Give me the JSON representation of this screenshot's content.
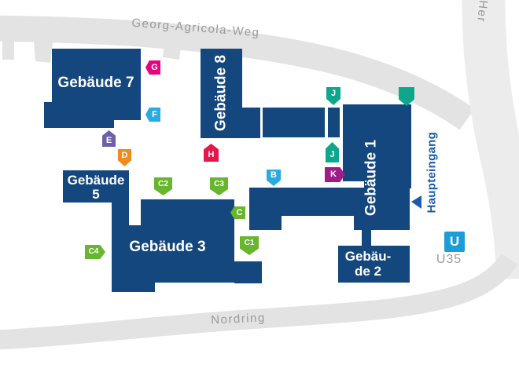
{
  "streets": {
    "georg_agricola_weg": "Georg-Agricola-Weg",
    "nordring": "Nordring",
    "herner": "Her",
    "haupteingang": "Haupteingang"
  },
  "transit": {
    "u_icon": "U",
    "line": "U35"
  },
  "buildings": {
    "g7": {
      "label": "Gebäude 7"
    },
    "g8": {
      "label": "Gebäude 8"
    },
    "g1": {
      "label": "Gebäude 1"
    },
    "g5": {
      "line1": "Gebäude",
      "line2": "5"
    },
    "g3": {
      "label": "Gebäude 3"
    },
    "g2": {
      "line1": "Gebäu-",
      "line2": "de 2"
    }
  },
  "entrances": [
    {
      "id": "G",
      "label": "G",
      "color": "#e5047e",
      "shape": "point-left"
    },
    {
      "id": "F",
      "label": "F",
      "color": "#29abe2",
      "shape": "point-left"
    },
    {
      "id": "E",
      "label": "E",
      "color": "#6e5fa8",
      "shape": "point-up"
    },
    {
      "id": "D",
      "label": "D",
      "color": "#f08a1d",
      "shape": "point-down"
    },
    {
      "id": "H",
      "label": "H",
      "color": "#e5164a",
      "shape": "point-up"
    },
    {
      "id": "C2",
      "label": "C2",
      "color": "#68b52e",
      "shape": "point-down"
    },
    {
      "id": "C3",
      "label": "C3",
      "color": "#68b52e",
      "shape": "point-down"
    },
    {
      "id": "C",
      "label": "C",
      "color": "#68b52e",
      "shape": "point-left"
    },
    {
      "id": "C1",
      "label": "C1",
      "color": "#68b52e",
      "shape": "point-down"
    },
    {
      "id": "C4",
      "label": "C4",
      "color": "#68b52e",
      "shape": "point-right"
    },
    {
      "id": "B",
      "label": "B",
      "color": "#29abe2",
      "shape": "point-down"
    },
    {
      "id": "J-north",
      "label": "J",
      "color": "#0fa78c",
      "shape": "point-down"
    },
    {
      "id": "J-mid",
      "label": "J",
      "color": "#0fa78c",
      "shape": "point-up"
    },
    {
      "id": "K",
      "label": "K",
      "color": "#a11b86",
      "shape": "point-right"
    },
    {
      "id": "main-entrance",
      "label": "",
      "color": "#0fa78c",
      "shape": "point-down"
    }
  ],
  "colors": {
    "building": "#14477e",
    "road": "#e3e3e3",
    "road_light": "#ececec",
    "street_text": "#9a9a9a",
    "accent_blue": "#1a5cab",
    "u_bahn_blue": "#1b9ed8"
  }
}
